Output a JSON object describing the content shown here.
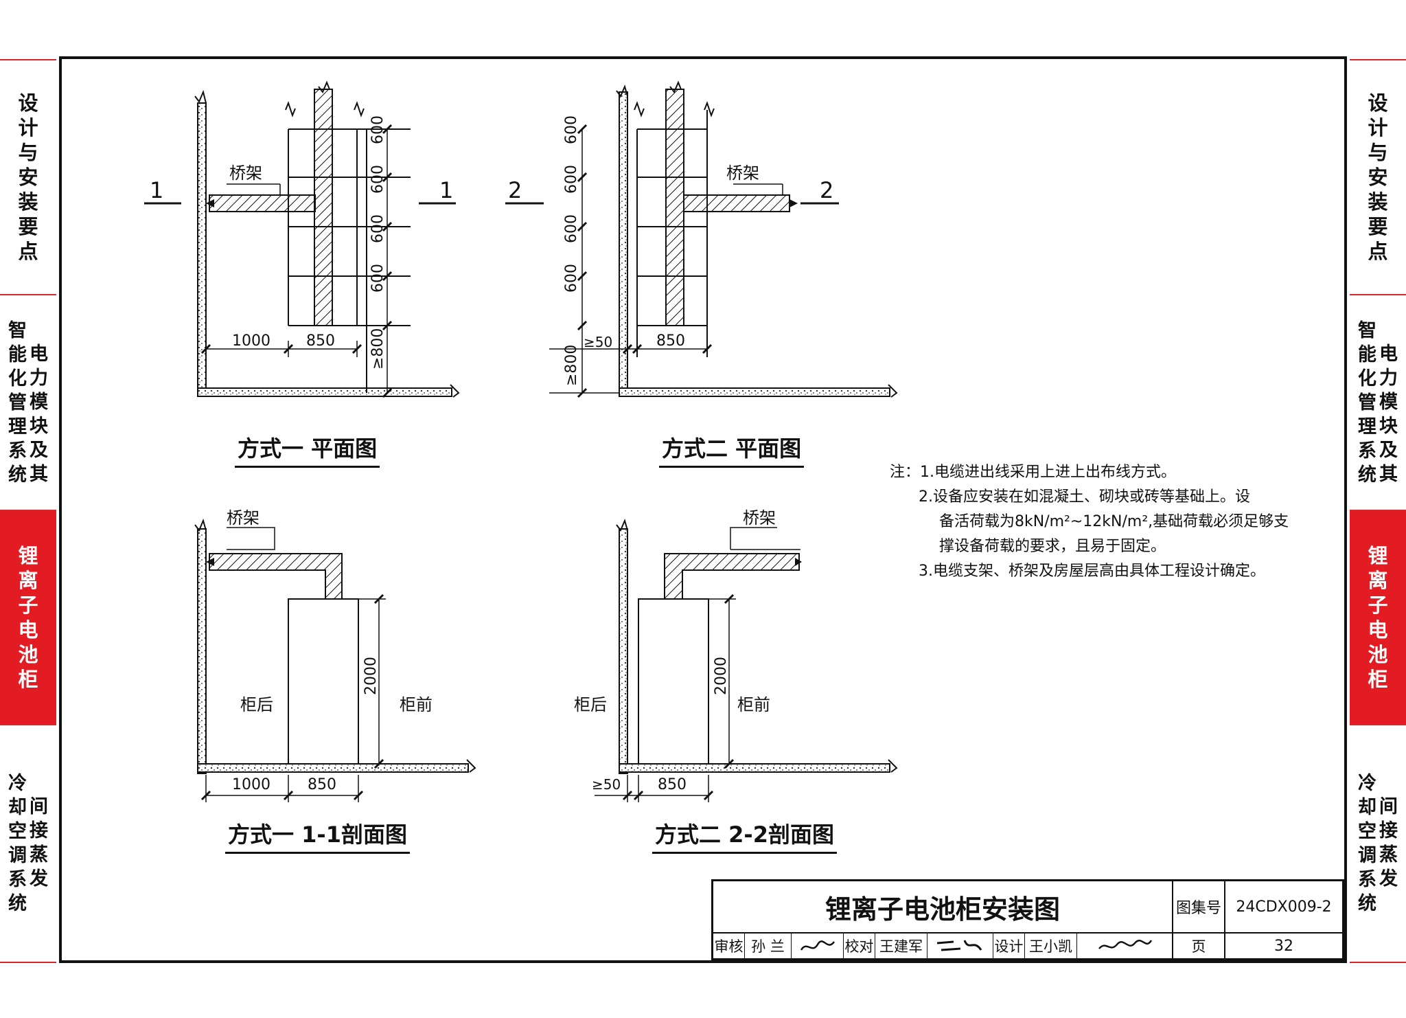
{
  "side_tabs": {
    "tab1": [
      "设",
      "计",
      "与",
      "安",
      "装",
      "要",
      "点"
    ],
    "tab2_col1": [
      "智",
      "能",
      "化",
      "管",
      "理",
      "系",
      "统"
    ],
    "tab2_col2": [
      "电",
      "力",
      "模",
      "块",
      "及",
      "其"
    ],
    "tab3": [
      "锂",
      "离",
      "子",
      "电",
      "池",
      "柜"
    ],
    "tab4_col1": [
      "冷",
      "却",
      "空",
      "调",
      "系",
      "统"
    ],
    "tab4_col2": [
      "间",
      "接",
      "蒸",
      "发"
    ]
  },
  "colors": {
    "accent_red": "#e31b23",
    "line": "#111111"
  },
  "plan1": {
    "title": "方式一  平面图",
    "section_mark": "1",
    "tray_label": "桥架",
    "dims_vertical": [
      "600",
      "600",
      "600",
      "600",
      "≥800"
    ],
    "dim_wall_gap": "1000",
    "dim_cabinet": "850"
  },
  "plan2": {
    "title": "方式二  平面图",
    "section_mark": "2",
    "tray_label": "桥架",
    "dims_vertical": [
      "600",
      "600",
      "600",
      "600",
      "≥800"
    ],
    "dim_wall_gap": "≥50",
    "dim_cabinet": "850"
  },
  "section1": {
    "title": "方式一  1-1剖面图",
    "tray_label": "桥架",
    "back_label": "柜后",
    "front_label": "柜前",
    "dim_height": "2000",
    "dim_wall_gap": "1000",
    "dim_cabinet": "850"
  },
  "section2": {
    "title": "方式二  2-2剖面图",
    "tray_label": "桥架",
    "back_label": "柜后",
    "front_label": "柜前",
    "dim_height": "2000",
    "dim_wall_gap": "≥50",
    "dim_cabinet": "850"
  },
  "notes": {
    "line1": "注：1.电缆进出线采用上进上出布线方式。",
    "line2": "2.设备应安装在如混凝土、砌块或砖等基础上。设",
    "line3": "备活荷载为8kN/m²~12kN/m²,基础荷载必须足够支",
    "line4": "撑设备荷载的要求，且易于固定。",
    "line5": "3.电缆支架、桥架及房屋层高由具体工程设计确定。"
  },
  "title_block": {
    "title": "锂离子电池柜安装图",
    "atlas_label": "图集号",
    "atlas_no": "24CDX009-2",
    "review_label": "审核",
    "reviewer": "孙 兰",
    "check_label": "校对",
    "checker": "王建军",
    "design_label": "设计",
    "designer": "王小凯",
    "page_label": "页",
    "page_no": "32"
  }
}
